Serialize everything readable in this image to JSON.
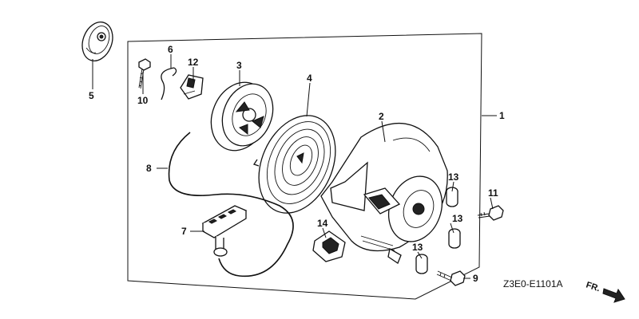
{
  "callouts": {
    "c1": "1",
    "c2": "2",
    "c3": "3",
    "c4": "4",
    "c5": "5",
    "c6": "6",
    "c7": "7",
    "c8": "8",
    "c9": "9",
    "c10": "10",
    "c11": "11",
    "c12": "12",
    "c13a": "13",
    "c13b": "13",
    "c13c": "13",
    "c14": "14"
  },
  "diagram_code": "Z3E0-E1101A",
  "direction_label": "FR."
}
